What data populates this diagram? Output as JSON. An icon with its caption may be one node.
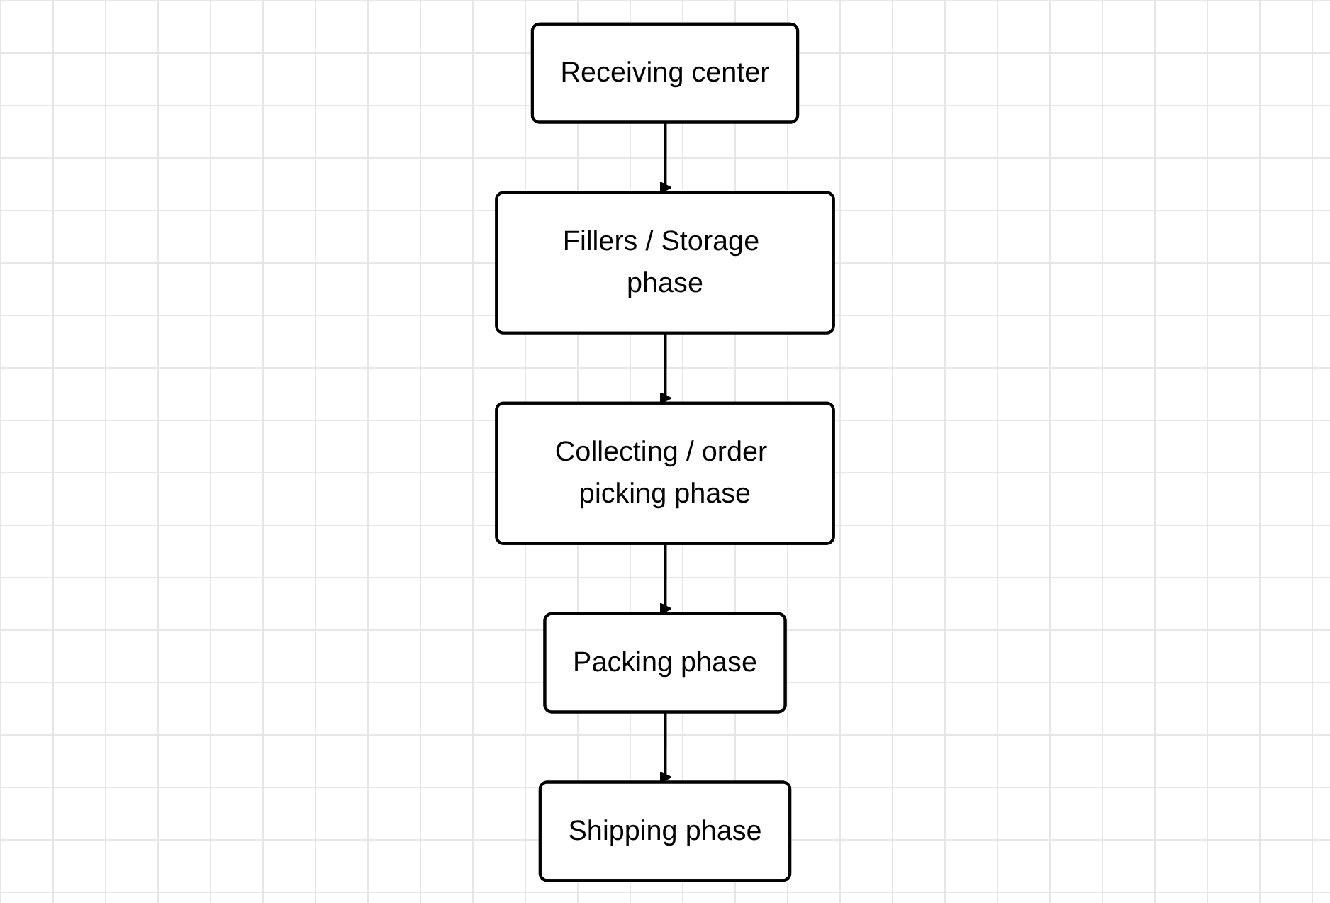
{
  "diagram": {
    "nodes": [
      {
        "text": [
          "Receiving center"
        ]
      },
      {
        "text": [
          "Fillers / Storage phase"
        ]
      },
      {
        "text": [
          "Collecting / order picking phase"
        ]
      },
      {
        "text": [
          "Packing phase"
        ]
      },
      {
        "text": [
          "Shipping phase"
        ]
      }
    ],
    "edges": [
      {
        "from": 0,
        "to": 1,
        "arrow": "to"
      },
      {
        "from": 1,
        "to": 2,
        "arrow": "to"
      },
      {
        "from": 2,
        "to": 3,
        "arrow": "to"
      },
      {
        "from": 3,
        "to": 4,
        "arrow": "to"
      }
    ]
  }
}
